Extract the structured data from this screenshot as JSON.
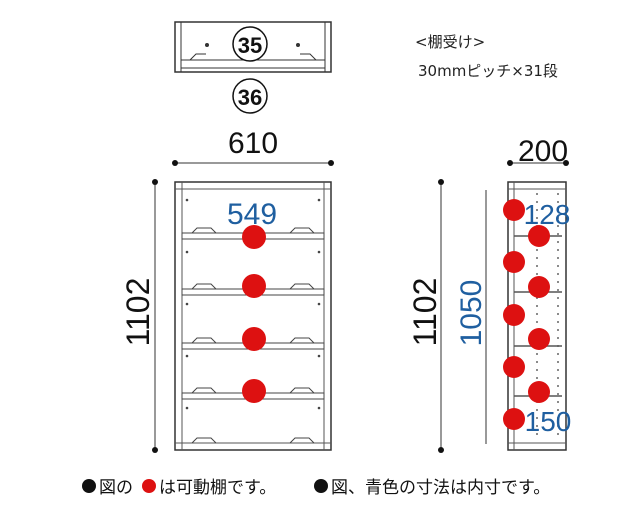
{
  "colors": {
    "line": "#333333",
    "inner_dim": "#1f5fa0",
    "movable_shelf": "#dd1111",
    "panel_edge": "#555555"
  },
  "detail": {
    "upper_number": "35",
    "lower_number": "36",
    "note_line1": "<棚受け>",
    "note_line2": "30mmピッチ×31段"
  },
  "front_view": {
    "outer_width": "610",
    "outer_height": "1102",
    "inner_width": "549"
  },
  "side_view": {
    "outer_depth": "200",
    "outer_height": "1102",
    "inner_height": "1050",
    "top_gap": "128",
    "bottom_gap": "150"
  },
  "legend": {
    "left_prefix": "図の",
    "left_suffix": "は可動棚です。",
    "right_text": "図、青色の寸法は内寸です。"
  }
}
